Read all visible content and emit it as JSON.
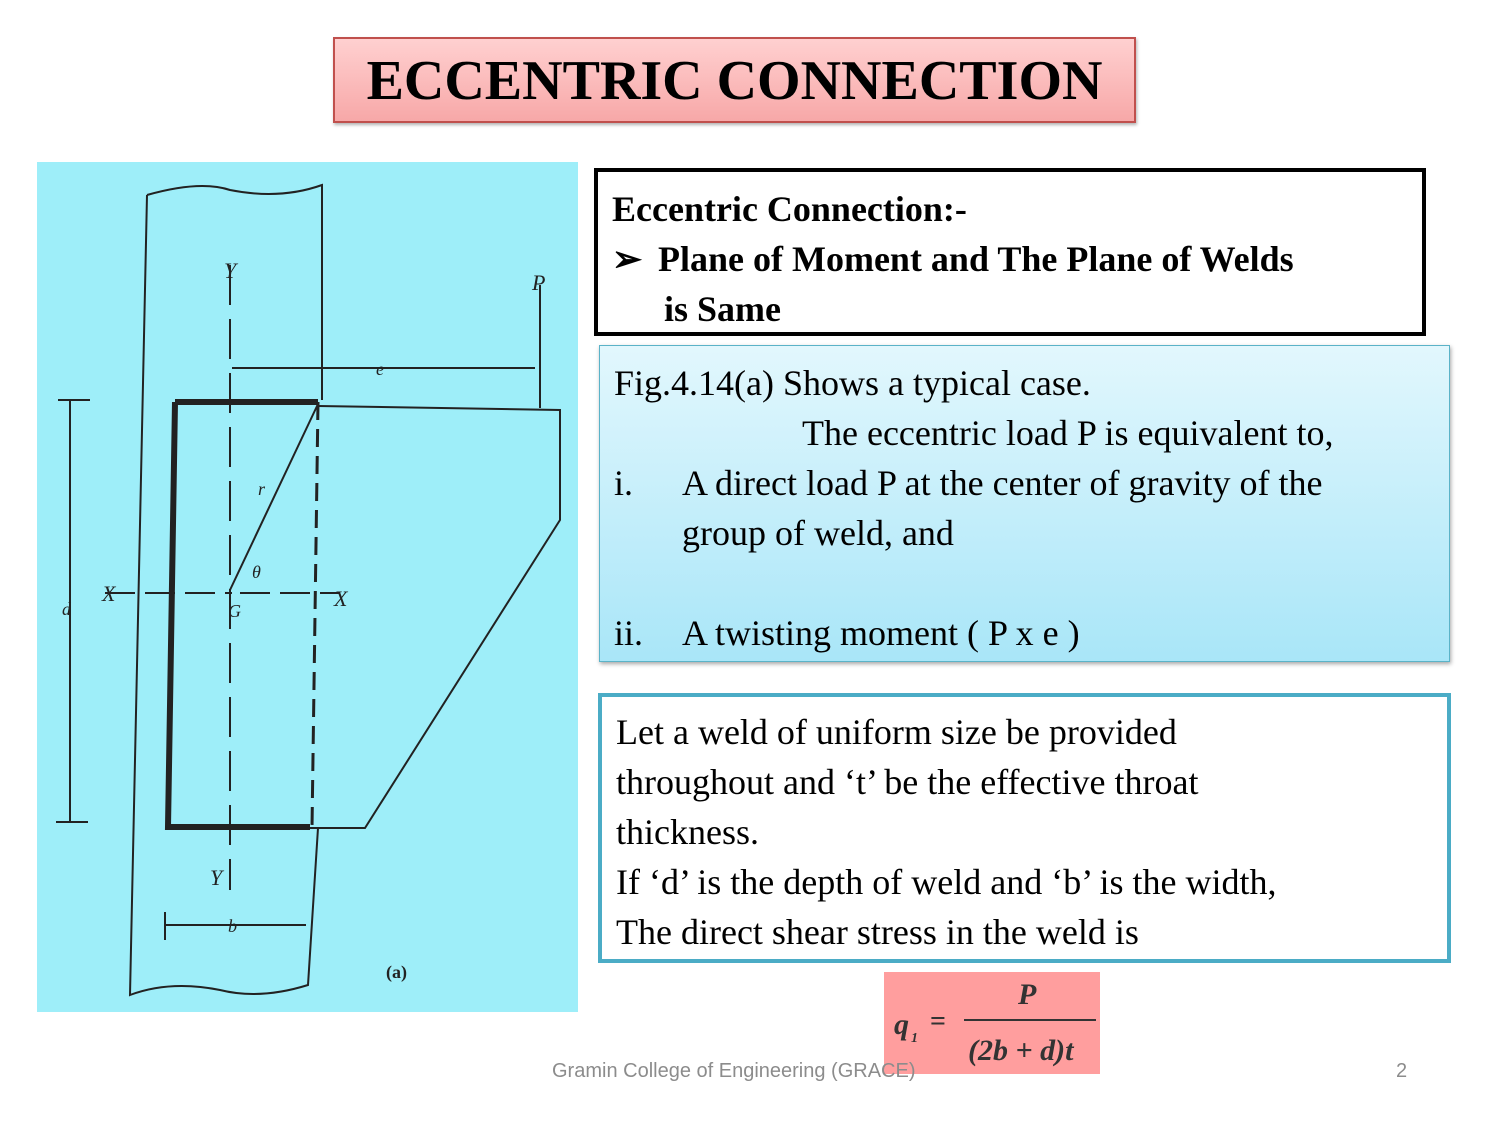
{
  "title": "ECCENTRIC CONNECTION",
  "figure": {
    "labels": {
      "y_top": "Y",
      "y_bottom": "Y",
      "x_left": "X",
      "x_right": "X",
      "g": "G",
      "theta": "θ",
      "r": "r",
      "p": "P",
      "e": "e",
      "d": "d",
      "b": "b",
      "caption": "(a)"
    }
  },
  "definition_box": {
    "heading": "Eccentric Connection:-",
    "bullet_icon": "arrow-bullet",
    "bullet_symbol": "➢",
    "bullet_text_line1": "Plane of Moment and The Plane of Welds",
    "bullet_text_line2": "is Same"
  },
  "explanation_box": {
    "line1": "Fig.4.14(a) Shows a typical case.",
    "line2": "The eccentric load P is equivalent to,",
    "items": [
      {
        "num": "i.",
        "text_line1": "A direct load P at the center of gravity of the",
        "text_line2": "group of weld, and"
      },
      {
        "num": "ii.",
        "text": "A twisting moment ( P x e )"
      }
    ]
  },
  "weld_box": {
    "lines": [
      "Let a weld of uniform size be provided",
      "throughout and ‘t’ be the effective throat",
      "thickness.",
      "If ‘d’ is the depth of weld and ‘b’ is the width,",
      "The direct shear stress in the weld is"
    ]
  },
  "formula": {
    "lhs": "q",
    "lhs_sub": "1",
    "numerator": "P",
    "denominator": "(2b + d)t",
    "equals": "="
  },
  "footer": {
    "text": "Gramin College of Engineering (GRACE)",
    "page": "2"
  },
  "colors": {
    "title_bg": "#f7a8a8",
    "figure_bg": "#9eeef9",
    "formula_bg": "#ff9e9e",
    "box_border": "#4bacc6"
  }
}
